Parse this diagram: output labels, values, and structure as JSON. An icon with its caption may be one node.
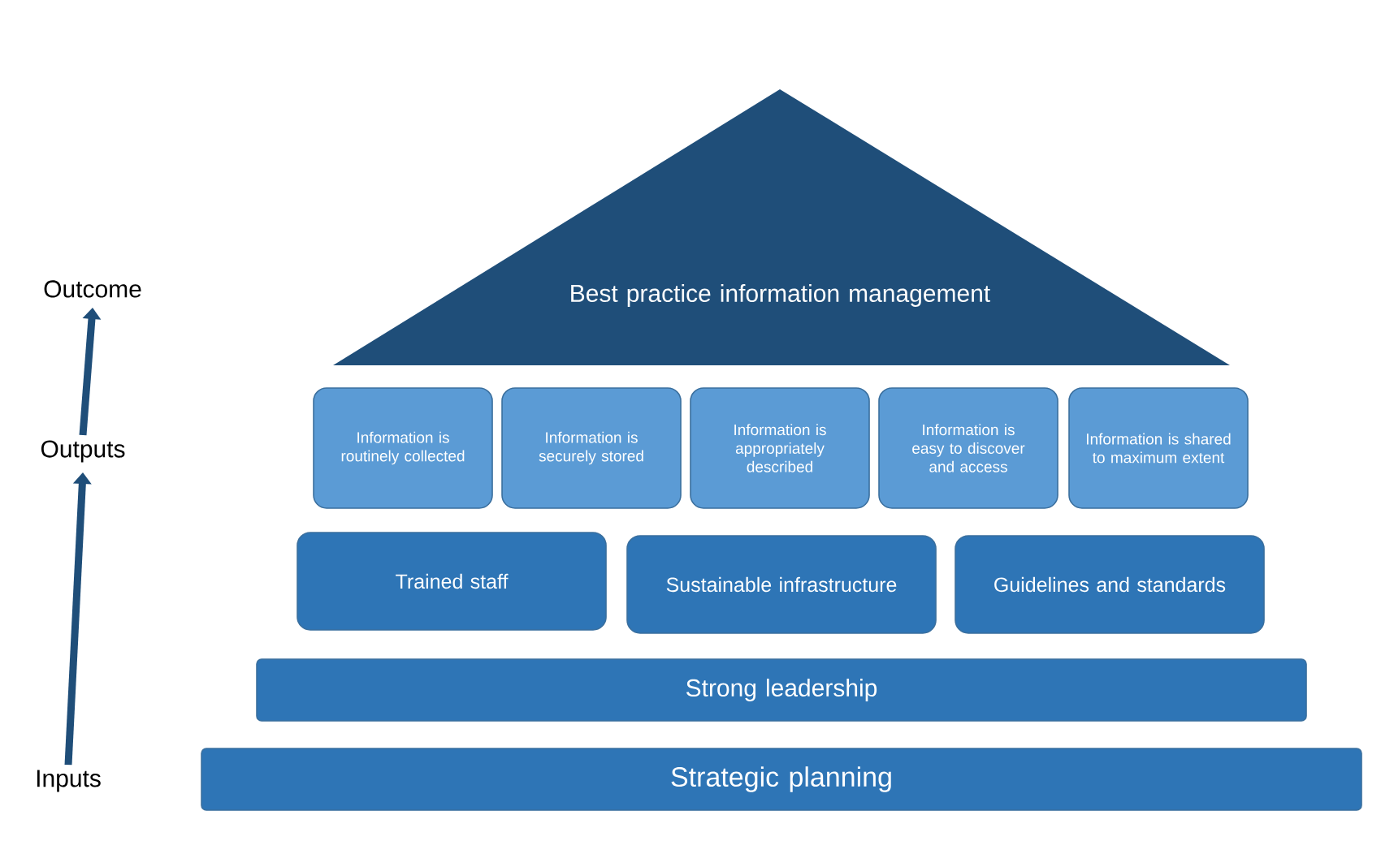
{
  "diagram": {
    "nodes": [
      {
        "text": [
          "Outcome"
        ]
      },
      {
        "text": [
          "Best practice information management"
        ]
      },
      {
        "text": [
          "Outputs"
        ]
      },
      {
        "text": [
          "Information is routinely collected"
        ]
      },
      {
        "text": [
          "Information is securely stored"
        ]
      },
      {
        "text": [
          "Information is appropriately described"
        ]
      },
      {
        "text": [
          "Information is easy to discover and access"
        ]
      },
      {
        "text": [
          "Information is shared to maximum extent"
        ]
      },
      {
        "text": [
          "Trained staff"
        ]
      },
      {
        "text": [
          "Sustainable infrastructure"
        ]
      },
      {
        "text": [
          "Guidelines and standards"
        ]
      },
      {
        "text": [
          "Strong leadership"
        ]
      },
      {
        "text": [
          "Inputs"
        ]
      },
      {
        "text": [
          "Strategic planning"
        ]
      }
    ],
    "edges": [
      {
        "from": 12,
        "to": 2,
        "arrow": "to"
      },
      {
        "from": 2,
        "to": 0,
        "arrow": "to"
      }
    ]
  }
}
